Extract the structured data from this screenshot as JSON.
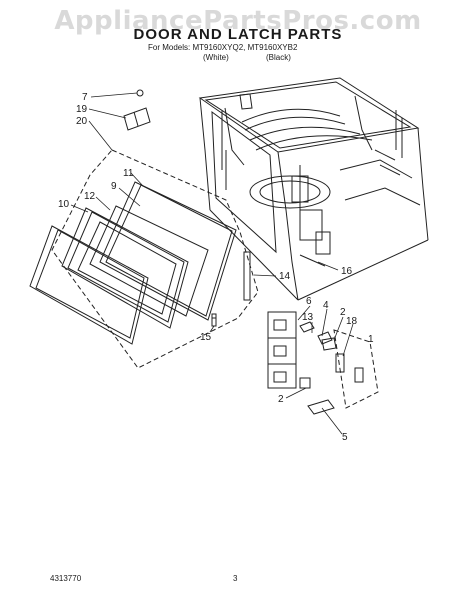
{
  "watermark": "AppliancePartsPros.com",
  "header": {
    "title": "DOOR AND LATCH PARTS",
    "models": "For Models: MT9160XYQ2, MT9160XYB2",
    "color_white": "(White)",
    "color_black": "(Black)"
  },
  "callouts": {
    "c7": "7",
    "c19": "19",
    "c20": "20",
    "c11": "11",
    "c9": "9",
    "c12": "12",
    "c10": "10",
    "c14": "14",
    "c16": "16",
    "c15": "15",
    "c6": "6",
    "c4": "4",
    "c13": "13",
    "c2a": "2",
    "c18": "18",
    "c1": "1",
    "c2b": "2",
    "c5": "5"
  },
  "footer": {
    "doc_number": "4313770",
    "page_number": "3"
  }
}
